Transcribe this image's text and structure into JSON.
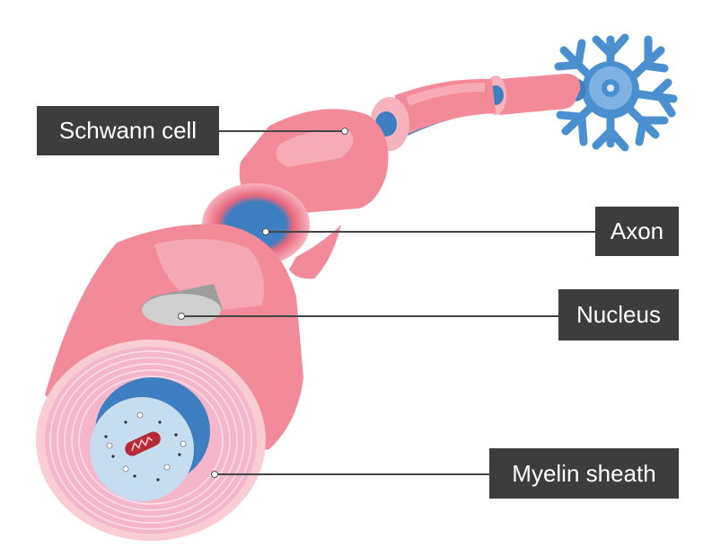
{
  "labels": {
    "schwann_cell": "Schwann cell",
    "axon": "Axon",
    "nucleus": "Nucleus",
    "myelin_sheath": "Myelin sheath"
  },
  "colors": {
    "schwann_pink": "#f28a9a",
    "schwann_light": "#f7b3bd",
    "axon_blue": "#3d7fc0",
    "neuron_blue": "#4a8fd0",
    "myelin_pink": "#f7c4d6",
    "axon_cross_section": "#c6dcef",
    "nucleus_gray": "#c9c9c9",
    "mitochondrion_red": "#b52a34",
    "label_bg": "#3d3d3d"
  }
}
